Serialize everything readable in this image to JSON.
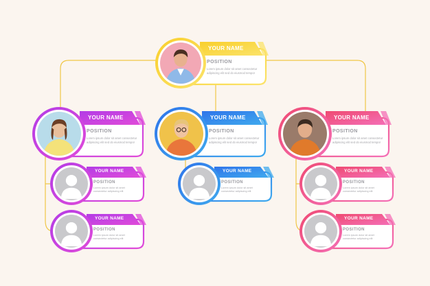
{
  "chart": {
    "colors": {
      "background": "#fbf5ef",
      "connector": "#f0c645",
      "yellow": "#f9cf2c",
      "yellow_light": "#fbe36a",
      "purple": "#b33ce6",
      "magenta": "#e04bd9",
      "blue": "#2f74ea",
      "blue_light": "#3fa9ee",
      "red": "#ef4a72",
      "pink": "#f46fb6",
      "placeholder": "#c9c9cc"
    },
    "nodes": [
      {
        "id": "root",
        "name": "YOUR NAME",
        "position": "POSITION",
        "desc1": "Lorem ipsum dolor sit amet consectetur",
        "desc2": "adipiscing elit sed do eiusmod tempor",
        "avatar": "photo-man-thumbs-up",
        "theme": "yellow"
      },
      {
        "id": "left",
        "name": "YOUR NAME",
        "position": "POSITION",
        "desc1": "Lorem ipsum dolor sit amet consectetur",
        "desc2": "adipiscing elit sed do eiusmod tempor",
        "avatar": "photo-woman-yellow-shirt",
        "theme": "purple"
      },
      {
        "id": "center",
        "name": "YOUR NAME",
        "position": "POSITION",
        "desc1": "Lorem ipsum dolor sit amet consectetur",
        "desc2": "adipiscing elit sed do eiusmod tempor",
        "avatar": "photo-woman-glasses",
        "theme": "blue"
      },
      {
        "id": "right",
        "name": "YOUR NAME",
        "position": "POSITION",
        "desc1": "Lorem ipsum dolor sit amet consectetur",
        "desc2": "adipiscing elit sed do eiusmod tempor",
        "avatar": "photo-man-orange-shirt",
        "theme": "red"
      },
      {
        "id": "left-sub1",
        "name": "YOUR NAME",
        "position": "POSITION",
        "desc1": "Lorem ipsum dolor sit amet",
        "desc2": "consectetur adipiscing elit",
        "avatar": "user-placeholder-icon",
        "theme": "purple"
      },
      {
        "id": "left-sub2",
        "name": "YOUR NAME",
        "position": "POSITION",
        "desc1": "Lorem ipsum dolor sit amet",
        "desc2": "consectetur adipiscing elit",
        "avatar": "user-placeholder-icon",
        "theme": "purple"
      },
      {
        "id": "center-sub1",
        "name": "YOUR NAME",
        "position": "POSITION",
        "desc1": "Lorem ipsum dolor sit amet",
        "desc2": "consectetur adipiscing elit",
        "avatar": "user-placeholder-icon",
        "theme": "blue"
      },
      {
        "id": "right-sub1",
        "name": "YOUR NAME",
        "position": "POSITION",
        "desc1": "Lorem ipsum dolor sit amet",
        "desc2": "consectetur adipiscing elit",
        "avatar": "user-placeholder-icon",
        "theme": "red"
      },
      {
        "id": "right-sub2",
        "name": "YOUR NAME",
        "position": "POSITION",
        "desc1": "Lorem ipsum dolor sit amet",
        "desc2": "consectetur adipiscing elit",
        "avatar": "user-placeholder-icon",
        "theme": "red"
      }
    ]
  }
}
